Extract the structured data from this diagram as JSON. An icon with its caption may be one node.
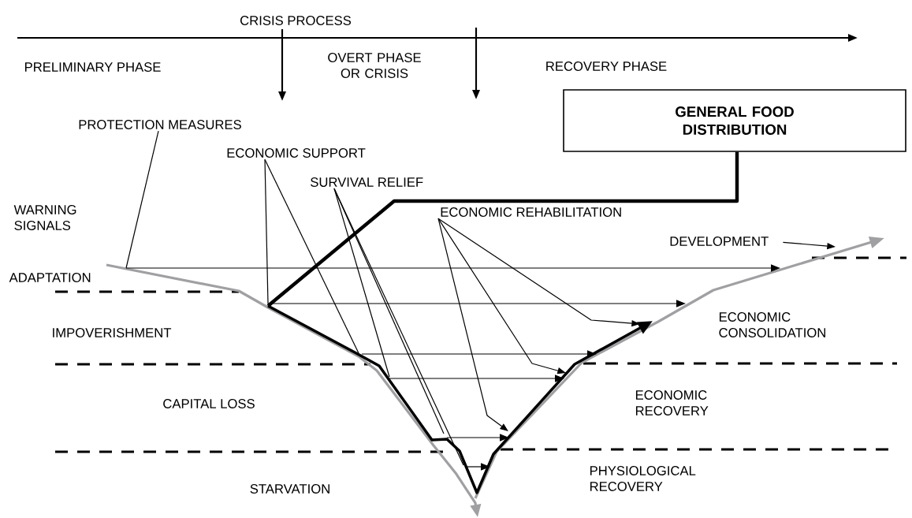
{
  "diagram": {
    "nodes": [
      {
        "text": [
          "PROTECTION MEASURES"
        ]
      },
      {
        "text": [
          "ECONOMIC SUPPORT"
        ]
      },
      {
        "text": [
          "SURVIVAL RELIEF"
        ]
      },
      {
        "text": [
          "ECONOMIC REHABILITATION"
        ]
      },
      {
        "text": [
          "GENERAL FOOD DISTRIBUTION"
        ]
      },
      {
        "text": [
          "DEVELOPMENT"
        ]
      }
    ],
    "edges": [
      {
        "from": 0,
        "to": null,
        "arrow": "none"
      },
      {
        "from": 1,
        "to": null,
        "arrow": "none"
      },
      {
        "from": 1,
        "to": null,
        "arrow": "none"
      },
      {
        "from": 2,
        "to": null,
        "arrow": "none"
      },
      {
        "from": 2,
        "to": null,
        "arrow": "none"
      },
      {
        "from": 2,
        "to": null,
        "arrow": "none"
      },
      {
        "from": 3,
        "to": null,
        "arrow": "to"
      },
      {
        "from": 3,
        "to": null,
        "arrow": "to"
      },
      {
        "from": 3,
        "to": null,
        "arrow": "to"
      },
      {
        "from": 4,
        "to": null,
        "arrow": "none",
        "style": "thick"
      },
      {
        "from": 5,
        "to": null,
        "arrow": "to"
      }
    ],
    "labels": [
      "CRISIS PROCESS",
      "PRELIMINARY PHASE",
      "OVERT PHASE OR CRISIS",
      "RECOVERY PHASE",
      "WARNING SIGNALS",
      "ADAPTATION",
      "IMPOVERISHMENT",
      "ECONOMIC CONSOLIDATION",
      "CAPITAL LOSS",
      "ECONOMIC RECOVERY",
      "STARVATION",
      "PHYSIOLOGICAL RECOVERY"
    ]
  }
}
